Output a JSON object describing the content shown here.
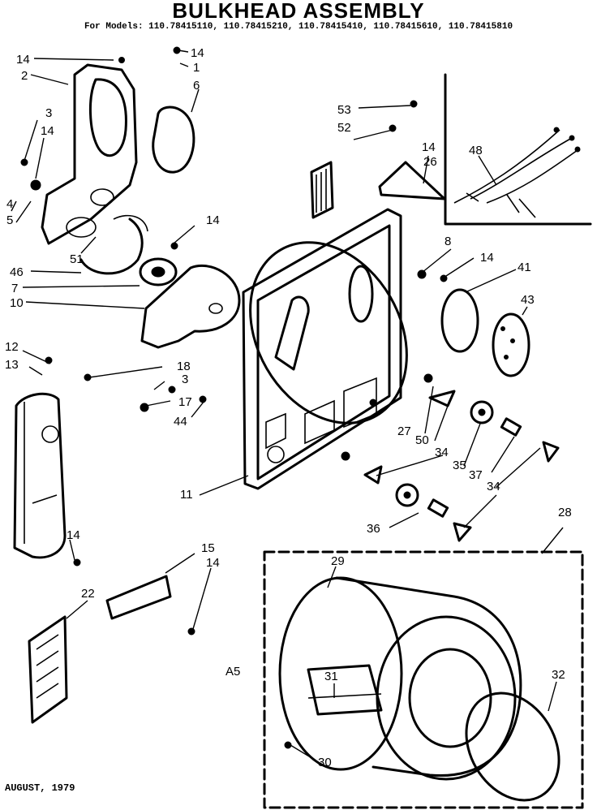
{
  "header": {
    "title": "BULKHEAD ASSEMBLY",
    "models": "For Models: 110.78415110, 110.78415210, 110.78415410, 110.78415610, 110.78415810"
  },
  "footer": {
    "date": "AUGUST, 1979"
  },
  "callouts": [
    {
      "id": "c14a",
      "text": "14"
    },
    {
      "id": "c14b",
      "text": "14"
    },
    {
      "id": "c1",
      "text": "1"
    },
    {
      "id": "c2",
      "text": "2"
    },
    {
      "id": "c6",
      "text": "6"
    },
    {
      "id": "c3a",
      "text": "3"
    },
    {
      "id": "c14c",
      "text": "14"
    },
    {
      "id": "c4",
      "text": "4"
    },
    {
      "id": "c5",
      "text": "5"
    },
    {
      "id": "c51",
      "text": "51"
    },
    {
      "id": "c14d",
      "text": "14"
    },
    {
      "id": "c46",
      "text": "46"
    },
    {
      "id": "c7",
      "text": "7"
    },
    {
      "id": "c10",
      "text": "10"
    },
    {
      "id": "c12",
      "text": "12"
    },
    {
      "id": "c13",
      "text": "13"
    },
    {
      "id": "c18",
      "text": "18"
    },
    {
      "id": "c3b",
      "text": "3"
    },
    {
      "id": "c17",
      "text": "17"
    },
    {
      "id": "c44",
      "text": "44"
    },
    {
      "id": "c14e",
      "text": "14"
    },
    {
      "id": "c15",
      "text": "15"
    },
    {
      "id": "c14f",
      "text": "14"
    },
    {
      "id": "c22",
      "text": "22"
    },
    {
      "id": "c53",
      "text": "53"
    },
    {
      "id": "c52",
      "text": "52"
    },
    {
      "id": "c14g",
      "text": "14"
    },
    {
      "id": "c26",
      "text": "26"
    },
    {
      "id": "c48",
      "text": "48"
    },
    {
      "id": "c8",
      "text": "8"
    },
    {
      "id": "c14h",
      "text": "14"
    },
    {
      "id": "c41",
      "text": "41"
    },
    {
      "id": "c43",
      "text": "43"
    },
    {
      "id": "c11",
      "text": "11"
    },
    {
      "id": "c27",
      "text": "27"
    },
    {
      "id": "c50",
      "text": "50"
    },
    {
      "id": "c34a",
      "text": "34"
    },
    {
      "id": "c35",
      "text": "35"
    },
    {
      "id": "c37",
      "text": "37"
    },
    {
      "id": "c34b",
      "text": "34"
    },
    {
      "id": "c36",
      "text": "36"
    },
    {
      "id": "c28",
      "text": "28"
    },
    {
      "id": "c29",
      "text": "29"
    },
    {
      "id": "cA5",
      "text": "A5"
    },
    {
      "id": "c31",
      "text": "31"
    },
    {
      "id": "c32",
      "text": "32"
    },
    {
      "id": "c30",
      "text": "30"
    }
  ]
}
